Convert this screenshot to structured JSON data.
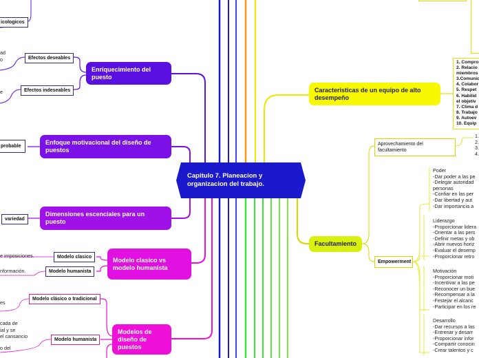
{
  "central": {
    "title": "Capitulo 7. Planeacion y organizacion del trabajo."
  },
  "left_topics": [
    {
      "label": "Enriquecimiento del puesto",
      "subs": [
        "Efectos deseables",
        "Efectos indeseables"
      ]
    },
    {
      "label": "Enfoque motivacional del diseño de puestos",
      "subs": [
        "probable"
      ]
    },
    {
      "label": "Dimensiones escenciales para un puesto",
      "subs": [
        "variedad"
      ]
    },
    {
      "label": "Modelo clasico vs modelo humanista",
      "subs": [
        "Modelo clasico",
        "Modelo humanista"
      ]
    },
    {
      "label": "Modelos de diseño de puestos",
      "subs": [
        "Modelo clásico o tradicional",
        "Modelo humanista"
      ]
    }
  ],
  "left_fragments": [
    "icologicos",
    "ad",
    "o",
    "e",
    "e imposiciones.",
    "nformación.",
    "es",
    "cada de",
    "ial y se",
    "el cansancio",
    "o del"
  ],
  "right_topics": {
    "equipo": {
      "label": "Caracteristicas de un equipo de alto desempeño",
      "items": [
        "1. Compro",
        "2. Relacio",
        "miembros",
        "3.Comunic",
        "4. Colabor",
        "5. Respet",
        "6. Habilid",
        "el objetiv",
        "7. Clima d",
        "8. Trabajo",
        "9. Autoev",
        "10. Equip"
      ]
    },
    "facultamiento": {
      "label": "Facultamiento",
      "subs": [
        "Aprovechamiento del facultamiento",
        "Empowerment"
      ],
      "aprovechamiento_items": [
        "1.",
        "2.",
        "3.",
        "4."
      ],
      "poder": [
        "Poder",
        "-Dar poder a las pe",
        "-Delegar autoridad",
        "personas",
        "-Confiar en las per",
        "-Dar libertad y aut",
        "-Dar importancia a"
      ],
      "liderazgo": [
        "Liderazgo",
        "-Proporcionar lidera",
        "-Orientar a las pers",
        "-Definir metas y ob",
        "-Abrir nuevos horiz",
        "-Evaluar el desemp",
        "-Proporcionar retro"
      ],
      "motivacion": [
        "Motivación",
        "-Proporcionar moti",
        "-Incentivar a las pe",
        "-Reconocer un bue",
        "-Recompensar a la",
        "-Festejar el alcanc",
        "-Participar en los re"
      ],
      "desarrollo": [
        "Desarrollo",
        "-Dar recursos a las",
        "-Entrenar y desarr",
        "-Proporcionar infor",
        "-Compartir conocin",
        "-Crear talentos y c"
      ]
    }
  },
  "colors": {
    "central": "#1a1acc",
    "purple": "#5a10e0",
    "violet": "#7a12e8",
    "pink": "#ee10d8",
    "yellow": "#f8f800",
    "orange": "#ff9a10",
    "green": "#40e040"
  }
}
